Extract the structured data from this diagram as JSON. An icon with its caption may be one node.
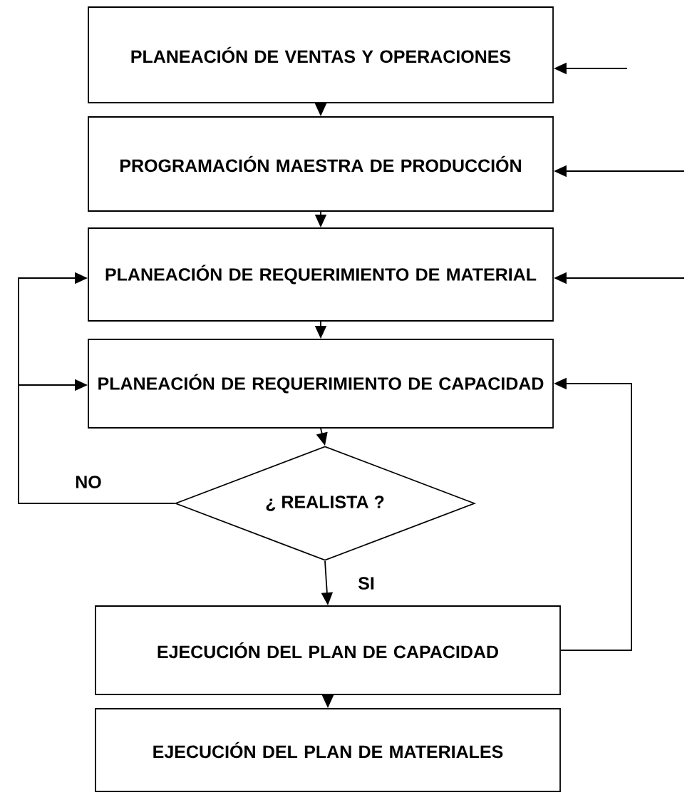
{
  "diagram": {
    "nodes": [
      {
        "text": [
          "PLANEACIÓN DE VENTAS Y OPERACIONES"
        ]
      },
      {
        "text": [
          "PROGRAMACIÓN MAESTRA DE PRODUCCIÓN"
        ]
      },
      {
        "text": [
          "PLANEACIÓN DE REQUERIMIENTO DE MATERIAL"
        ]
      },
      {
        "text": [
          "PLANEACIÓN DE REQUERIMIENTO DE CAPACIDAD"
        ]
      },
      {
        "text": [
          "¿ REALISTA ?"
        ]
      },
      {
        "text": [
          "EJECUCIÓN DEL PLAN DE CAPACIDAD"
        ]
      },
      {
        "text": [
          "EJECUCIÓN DEL PLAN DE MATERIALES"
        ]
      }
    ],
    "edges": [
      {
        "from": 0,
        "to": 1,
        "arrow": "to"
      },
      {
        "from": 1,
        "to": 2,
        "arrow": "to"
      },
      {
        "from": 2,
        "to": 3,
        "arrow": "to"
      },
      {
        "from": 3,
        "to": 4,
        "arrow": "to"
      },
      {
        "from": 4,
        "to": 5,
        "arrow": "to",
        "label": "SI"
      },
      {
        "from": 5,
        "to": 6,
        "arrow": "to"
      },
      {
        "from": 5,
        "to": 3,
        "arrow": "to"
      },
      {
        "from": 4,
        "to": 2,
        "arrow": "to",
        "label": "NO"
      },
      {
        "from": 4,
        "to": 3,
        "arrow": "to"
      },
      {
        "from": null,
        "to": 0,
        "arrow": "to"
      },
      {
        "from": null,
        "to": 1,
        "arrow": "to"
      },
      {
        "from": null,
        "to": 2,
        "arrow": "to"
      }
    ]
  }
}
